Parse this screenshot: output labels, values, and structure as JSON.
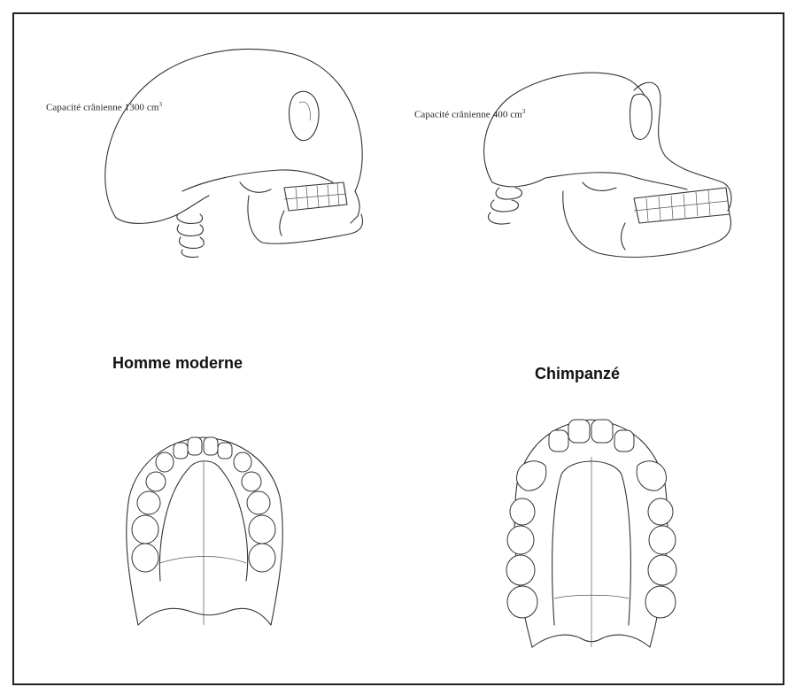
{
  "figure": {
    "human": {
      "capacity_text": "Capacité crânienne 1300 cm",
      "capacity_unit_exp": "3",
      "label": "Homme moderne"
    },
    "chimp": {
      "capacity_text": "Capacité crânienne 400 cm",
      "capacity_unit_exp": "3",
      "label": "Chimpanzé"
    }
  }
}
